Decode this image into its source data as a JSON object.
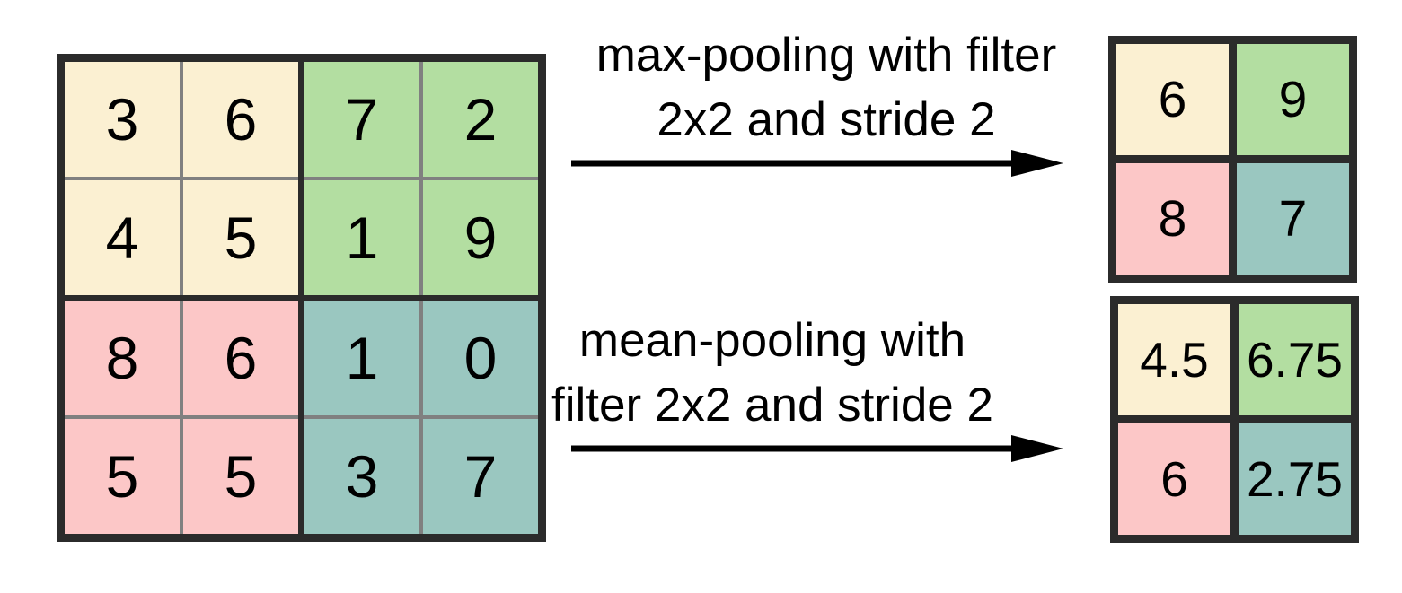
{
  "input_matrix": {
    "rows": [
      [
        3,
        6,
        7,
        2
      ],
      [
        4,
        5,
        1,
        9
      ],
      [
        8,
        6,
        1,
        0
      ],
      [
        5,
        5,
        3,
        7
      ]
    ]
  },
  "max_pooling": {
    "label_line1": "max-pooling with filter",
    "label_line2": "2x2 and stride 2",
    "result": [
      [
        "6",
        "9"
      ],
      [
        "8",
        "7"
      ]
    ]
  },
  "mean_pooling": {
    "label_line1": "mean-pooling with",
    "label_line2": "filter 2x2 and stride 2",
    "result": [
      [
        "4.5",
        "6.75"
      ],
      [
        "6",
        "2.75"
      ]
    ]
  },
  "colors": {
    "quadrant_top_left": "#FBF0D2",
    "quadrant_top_right": "#B3DEA1",
    "quadrant_bottom_left": "#FCC7C7",
    "quadrant_bottom_right": "#9AC7C0",
    "border_dark": "#2B2B2B",
    "divider_gray": "#808080",
    "arrow_black": "#000000"
  }
}
